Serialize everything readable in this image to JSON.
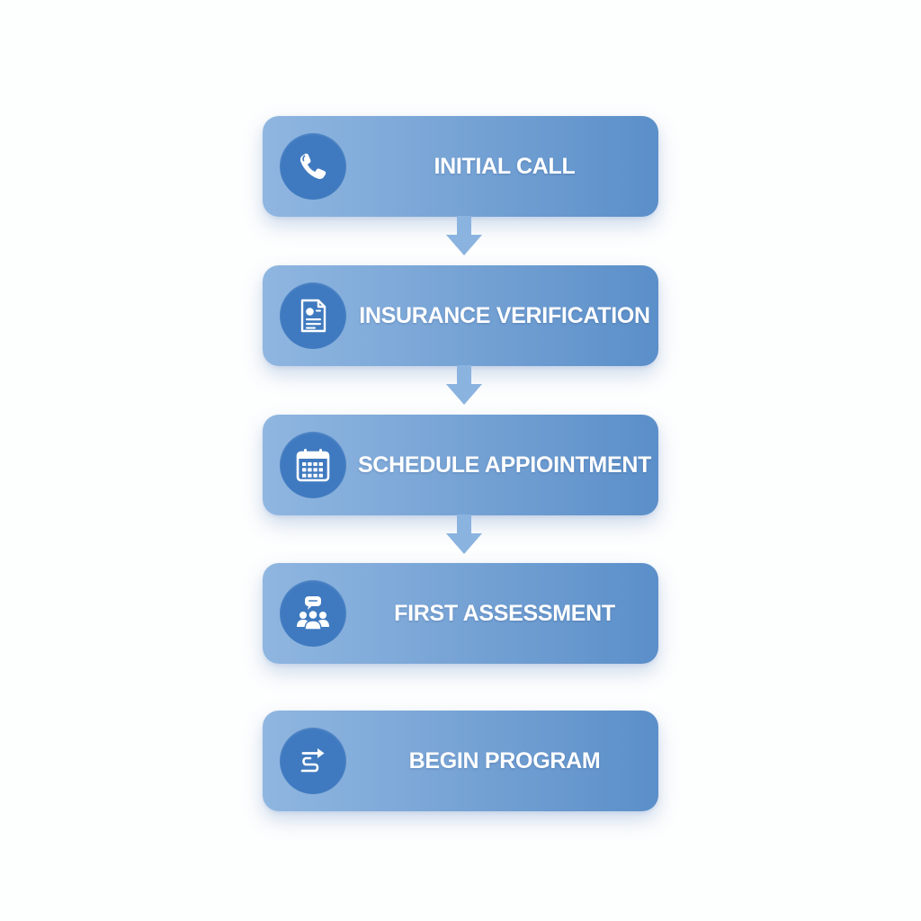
{
  "steps": [
    {
      "label": "INITIAL CALL",
      "icon": "phone-icon"
    },
    {
      "label": "INSURANCE VERIFICATION",
      "icon": "document-icon"
    },
    {
      "label": "SCHEDULE APPIOINTMENT",
      "icon": "calendar-icon"
    },
    {
      "label": "FIRST ASSESSMENT",
      "icon": "group-chat-icon"
    },
    {
      "label": "BEGIN PROGRAM",
      "icon": "path-arrow-icon"
    }
  ],
  "colors": {
    "step_gradient_start": "#8fb6e0",
    "step_gradient_end": "#5b8fc9",
    "icon_circle": "#3f7ac0",
    "connector_arrow": "#8ab3e0",
    "label_text": "#ffffff",
    "background": "#fdfefe"
  }
}
